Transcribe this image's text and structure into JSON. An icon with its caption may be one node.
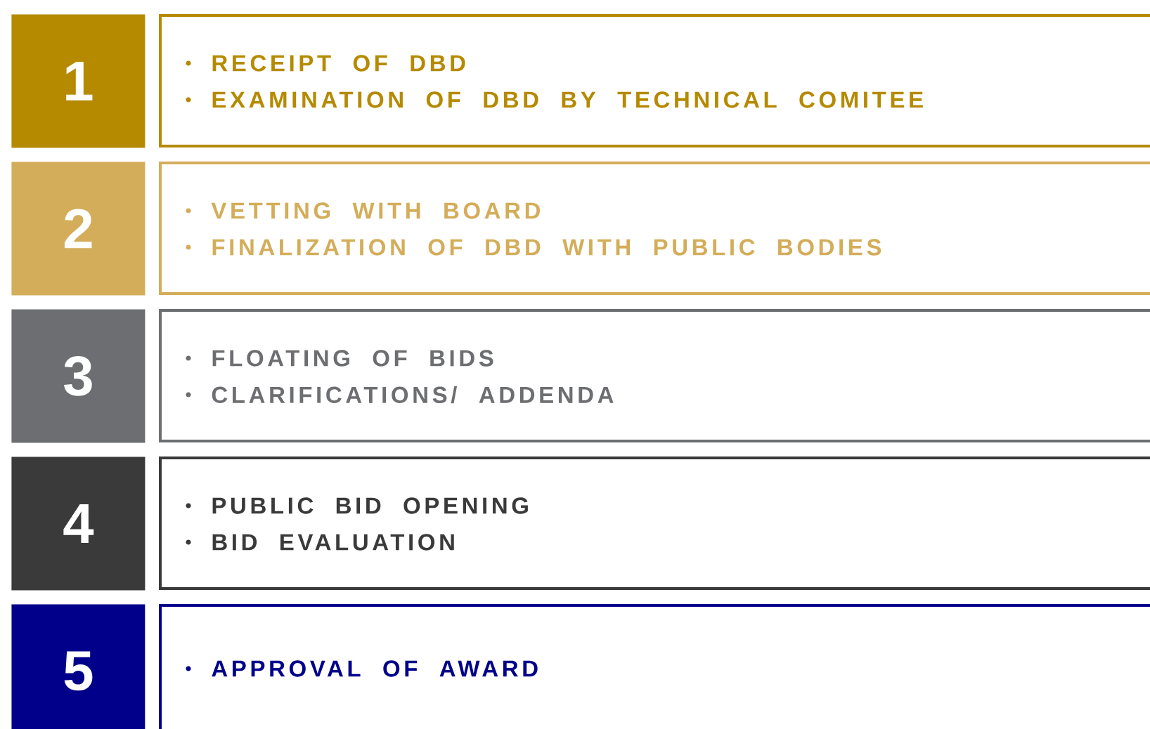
{
  "diagram": {
    "nodes": [
      {
        "text": [
          "1"
        ]
      },
      {
        "text": [
          "RECEIPT OF DBD",
          "EXAMINATION OF DBD BY TECHNICAL COMITEE"
        ]
      },
      {
        "text": [
          "2"
        ]
      },
      {
        "text": [
          "VETTING WITH BOARD",
          "FINALIZATION OF DBD WITH PUBLIC BODIES"
        ]
      },
      {
        "text": [
          "3"
        ]
      },
      {
        "text": [
          "FLOATING OF BIDS",
          "CLARIFICATIONS/ ADDENDA"
        ]
      },
      {
        "text": [
          "4"
        ]
      },
      {
        "text": [
          "PUBLIC BID OPENING",
          "BID EVALUATION"
        ]
      },
      {
        "text": [
          "5"
        ]
      },
      {
        "text": [
          "APPROVAL OF AWARD"
        ]
      }
    ]
  }
}
